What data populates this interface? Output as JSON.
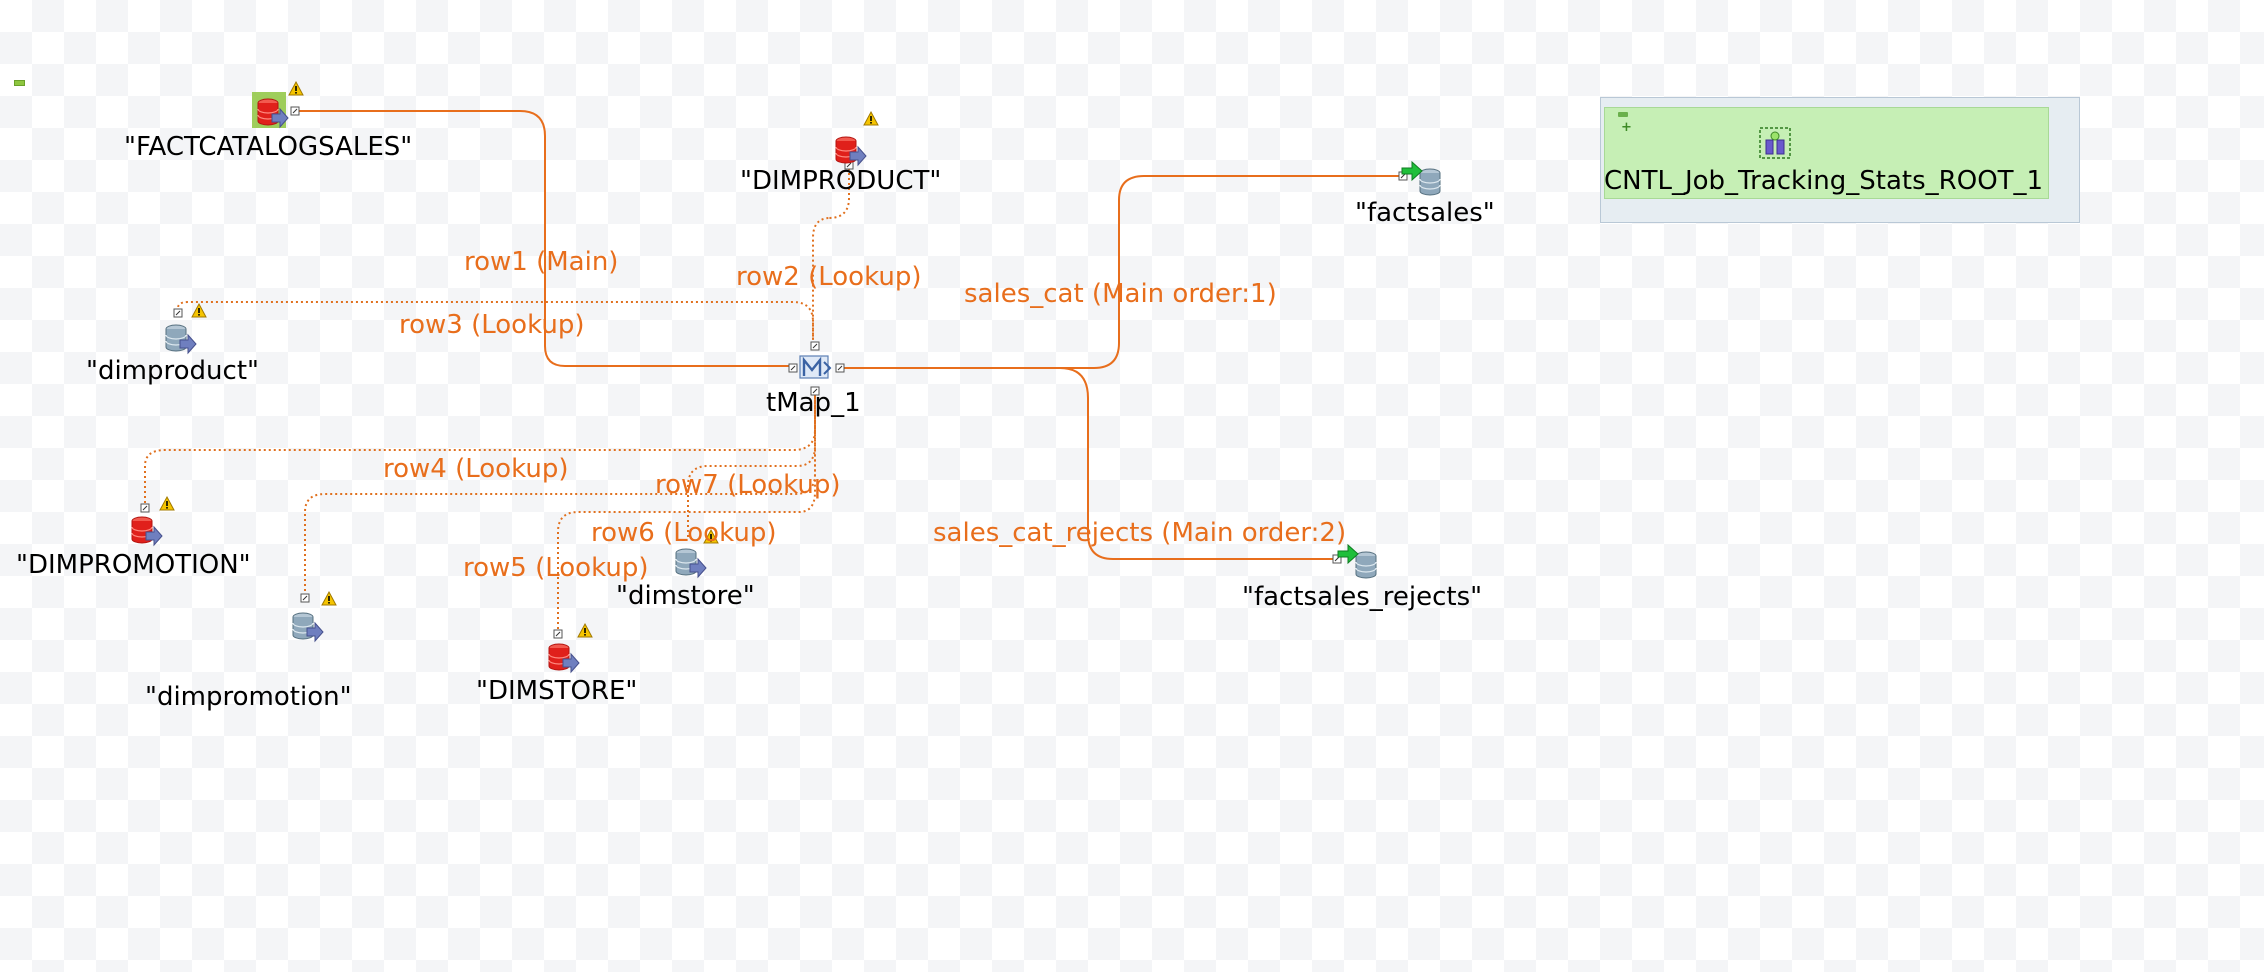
{
  "components": {
    "factcatalogsales": "\"FACTCATALOGSALES\"",
    "dimproduct_upper": "\"DIMPRODUCT\"",
    "dimproduct_lower": "\"dimproduct\"",
    "tmap": "tMap_1",
    "dimpromotion_upper": "\"DIMPROMOTION\"",
    "dimpromotion_lower": "\"dimpromotion\"",
    "dimstore_lower": "\"dimstore\"",
    "dimstore_upper": "\"DIMSTORE\"",
    "factsales": "\"factsales\"",
    "factsales_rejects": "\"factsales_rejects\"",
    "cntl_job": "CNTL_Job_Tracking_Stats_ROOT_1"
  },
  "connections": {
    "row1": "row1 (Main)",
    "row2": "row2 (Lookup)",
    "row3": "row3 (Lookup)",
    "row4": "row4 (Lookup)",
    "row5": "row5 (Lookup)",
    "row6": "row6 (Lookup)",
    "row7": "row7 (Lookup)",
    "sales_cat": "sales_cat (Main order:1)",
    "sales_cat_rejects": "sales_cat_rejects (Main order:2)"
  },
  "colors": {
    "main_link": "#e86e1c",
    "lookup_link": "#e0701e",
    "warning": "#f5c400",
    "db_red": "#e0201b",
    "db_grey": "#7f98ad",
    "cntl_green": "#c6efb5"
  }
}
